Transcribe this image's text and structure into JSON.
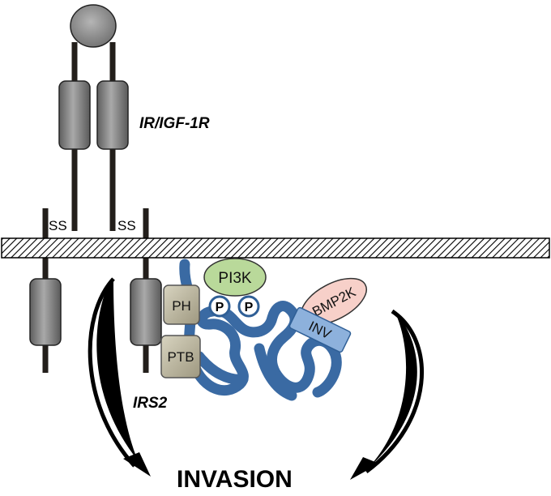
{
  "labels": {
    "receptor": "IR/IGF-1R",
    "ss_left": "SS",
    "ss_right": "SS",
    "ph": "PH",
    "ptb": "PTB",
    "pi3k": "PI3K",
    "p1": "P",
    "p2": "P",
    "bmp2k": "BMP2K",
    "inv": "INV",
    "irs2": "IRS2",
    "invasion": "INVASION"
  },
  "colors": {
    "receptor_domain": "#7f7f7f",
    "irs2_chain": "#3a6aa3",
    "ph_ptb_box": "#b8b39c",
    "pi3k": "#b9d99a",
    "bmp2k": "#f7d0c9",
    "inv": "#8db1dc",
    "membrane_hatch": "#000000"
  }
}
